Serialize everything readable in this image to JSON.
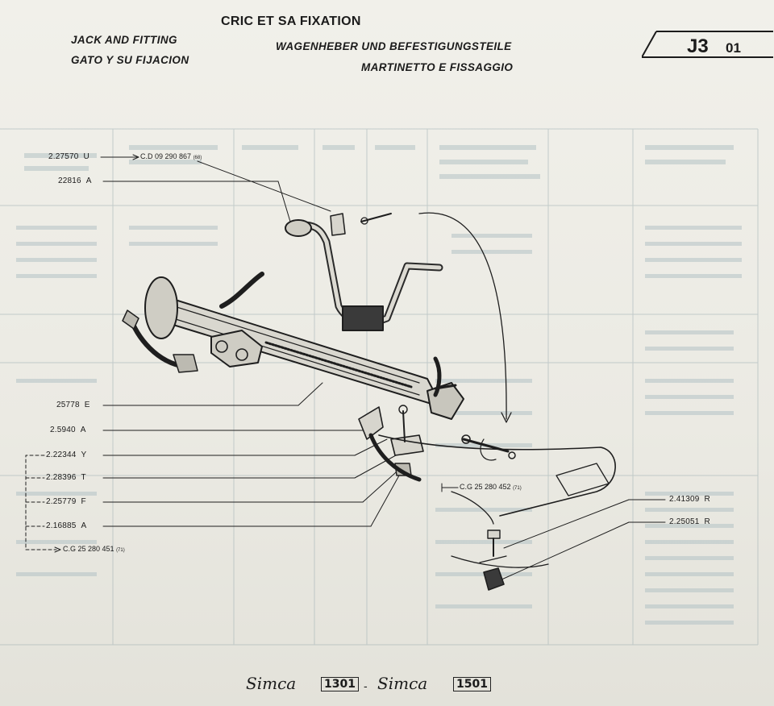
{
  "header": {
    "title_fr": "CRIC ET SA FIXATION",
    "title_en": "JACK AND FITTING",
    "title_es": "GATO Y SU FIJACION",
    "title_de": "WAGENHEBER UND BEFESTIGUNGSTEILE",
    "title_it": "MARTINETTO E FISSAGGIO"
  },
  "page_code": {
    "main": "J3",
    "sub": "01"
  },
  "parts": [
    {
      "ref": "2.27570",
      "suffix": "U"
    },
    {
      "ref": "22816",
      "suffix": "A"
    },
    {
      "ref": "25778",
      "suffix": "E"
    },
    {
      "ref": "2.5940",
      "suffix": "A"
    },
    {
      "ref": "2.22344",
      "suffix": "Y"
    },
    {
      "ref": "2.28396",
      "suffix": "T"
    },
    {
      "ref": "2.25779",
      "suffix": "F"
    },
    {
      "ref": "2.16885",
      "suffix": "A"
    },
    {
      "ref": "2.41309",
      "suffix": "R"
    },
    {
      "ref": "2.25051",
      "suffix": "R"
    }
  ],
  "cross_refs": [
    {
      "prefix": "C.",
      "code": "D 09 290 867",
      "note": "(68)"
    },
    {
      "prefix": "C.",
      "code": "G 25 280 452",
      "note": "(71)"
    },
    {
      "prefix": "C.",
      "code": "G 25 280 451",
      "note": "(71)"
    }
  ],
  "footer": {
    "brand1": "Simca",
    "model1": "1301",
    "separator": "-",
    "brand2": "Simca",
    "model2": "1501"
  }
}
